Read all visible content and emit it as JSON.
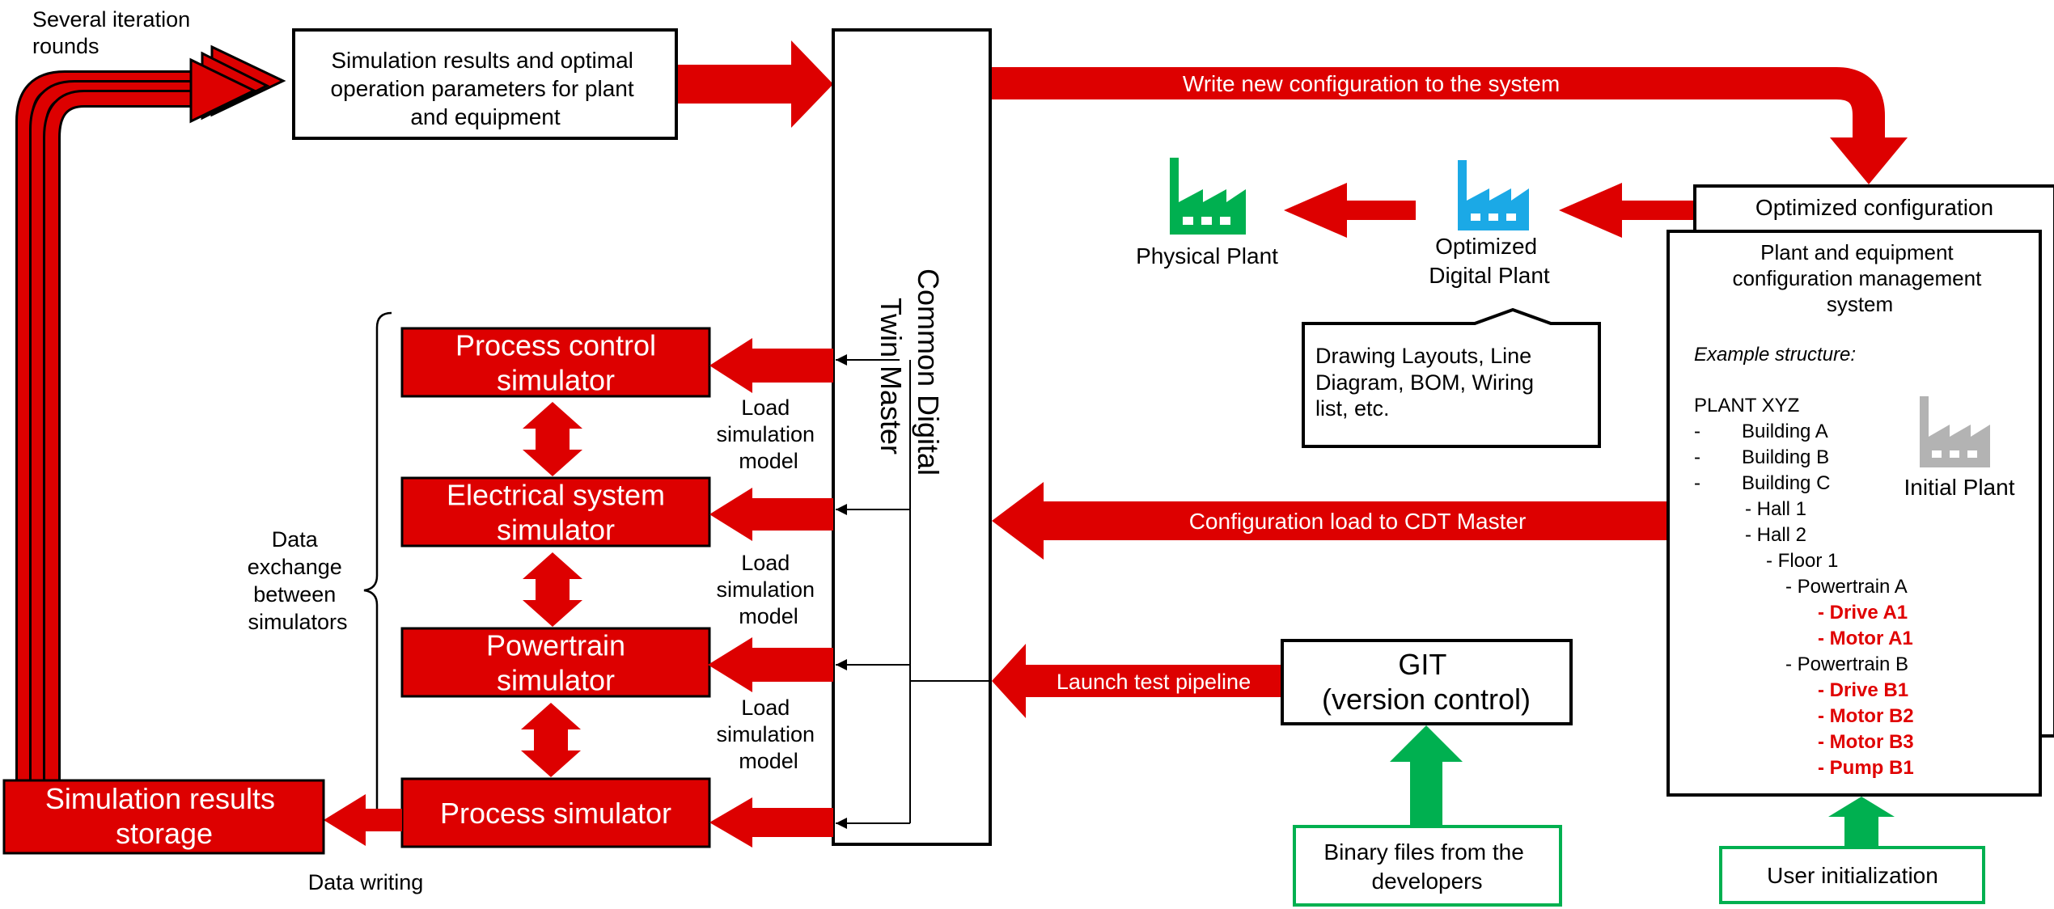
{
  "colors": {
    "red": "#dd0000",
    "green": "#00b050",
    "blue": "#1ba9e6",
    "gray": "#b3b3b3",
    "black": "#000000",
    "highlight_text": "#e00000"
  },
  "iteration_label": [
    "Several iteration",
    "rounds"
  ],
  "sim_results_box": [
    "Simulation results and optimal",
    "operation parameters for plant",
    "and equipment"
  ],
  "cdt_master": [
    "Common Digital",
    "Twin Master"
  ],
  "write_config_label": "Write new configuration to the system",
  "physical_plant": {
    "label": "Physical Plant",
    "icon": "factory-icon"
  },
  "optimized_plant": {
    "label": [
      "Optimized",
      "Digital Plant"
    ],
    "icon": "factory-icon"
  },
  "callout": [
    "Drawing Layouts, Line",
    "Diagram, BOM, Wiring",
    "list, etc."
  ],
  "optimized_config_title": "Optimized configuration",
  "config_system": {
    "title": [
      "Plant and equipment",
      "configuration management",
      "system"
    ],
    "example_label": "Example structure:",
    "tree": [
      {
        "text": "PLANT XYZ",
        "dash": false,
        "highlight": false
      },
      {
        "text": "Building A",
        "dash": true,
        "highlight": false
      },
      {
        "text": "Building B",
        "dash": true,
        "highlight": false
      },
      {
        "text": "Building C",
        "dash": true,
        "highlight": false
      },
      {
        "text": "-  Hall 1",
        "dash": false,
        "highlight": false
      },
      {
        "text": "-  Hall 2",
        "dash": false,
        "highlight": false
      },
      {
        "text": "-  Floor 1",
        "dash": false,
        "highlight": false
      },
      {
        "text": "-  Powertrain A",
        "dash": false,
        "highlight": false
      },
      {
        "text": "-  Drive A1",
        "dash": false,
        "highlight": true
      },
      {
        "text": "-  Motor A1",
        "dash": false,
        "highlight": true
      },
      {
        "text": "-  Powertrain B",
        "dash": false,
        "highlight": false
      },
      {
        "text": "-  Drive B1",
        "dash": false,
        "highlight": true
      },
      {
        "text": "-  Motor B2",
        "dash": false,
        "highlight": true
      },
      {
        "text": "-  Motor B3",
        "dash": false,
        "highlight": true
      },
      {
        "text": "-  Pump B1",
        "dash": false,
        "highlight": true
      }
    ],
    "dash_symbol": "-"
  },
  "initial_plant": {
    "label": "Initial Plant",
    "icon": "factory-icon"
  },
  "simulators": [
    [
      "Process control",
      "simulator"
    ],
    [
      "Electrical system",
      "simulator"
    ],
    [
      "Powertrain",
      "simulator"
    ],
    [
      "Process simulator"
    ]
  ],
  "load_label": [
    "Load",
    "simulation",
    "model"
  ],
  "data_exchange_label": [
    "Data",
    "exchange",
    "between",
    "simulators"
  ],
  "storage_box": [
    "Simulation results",
    "storage"
  ],
  "data_writing_label": "Data writing",
  "config_load_label": "Configuration load to CDT Master",
  "launch_label": "Launch test pipeline",
  "git_box": [
    "GIT",
    "(version control)"
  ],
  "binary_box": [
    "Binary files from the",
    "developers"
  ],
  "user_init_label": "User initialization"
}
